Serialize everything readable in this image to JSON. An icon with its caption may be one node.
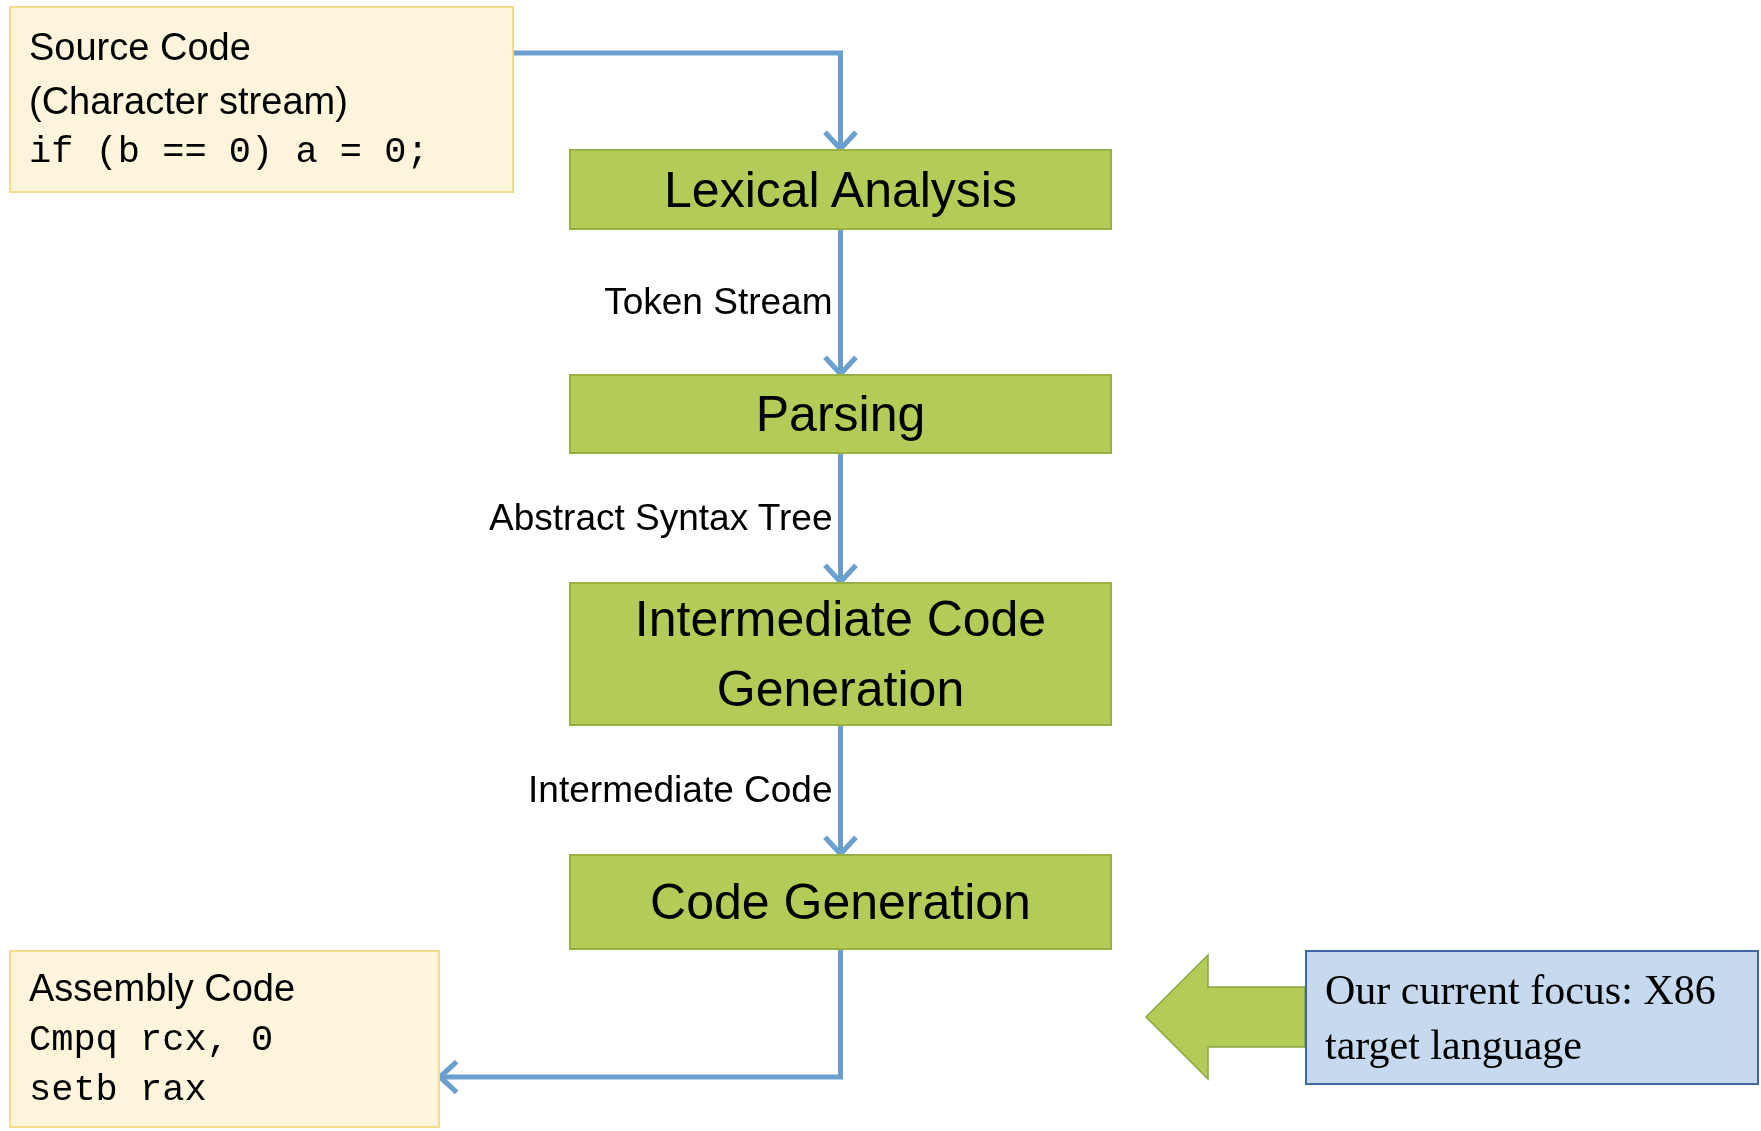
{
  "diagram": {
    "nodes": [
      {
        "text": [
          "Source Code",
          "(Character stream)",
          "if (b == 0) a = 0;"
        ]
      },
      {
        "text": [
          "Lexical Analysis"
        ]
      },
      {
        "text": [
          "Parsing"
        ]
      },
      {
        "text": [
          "Intermediate Code Generation"
        ]
      },
      {
        "text": [
          "Code Generation"
        ]
      },
      {
        "text": [
          "Assembly Code",
          "Cmpq rcx, 0",
          "setb rax"
        ]
      },
      {
        "text": [
          "Our current focus: X86 target language"
        ]
      }
    ],
    "edges": [
      {
        "from": 0,
        "to": 1,
        "arrow": "to"
      },
      {
        "from": 1,
        "to": 2,
        "arrow": "to",
        "label": "Token Stream"
      },
      {
        "from": 2,
        "to": 3,
        "arrow": "to",
        "label": "Abstract Syntax Tree"
      },
      {
        "from": 3,
        "to": 4,
        "arrow": "to",
        "label": "Intermediate Code"
      },
      {
        "from": 4,
        "to": 5,
        "arrow": "to"
      },
      {
        "from": 6,
        "to": null,
        "arrow": "to",
        "style": "thick",
        "color": "#b3cc57"
      }
    ]
  }
}
